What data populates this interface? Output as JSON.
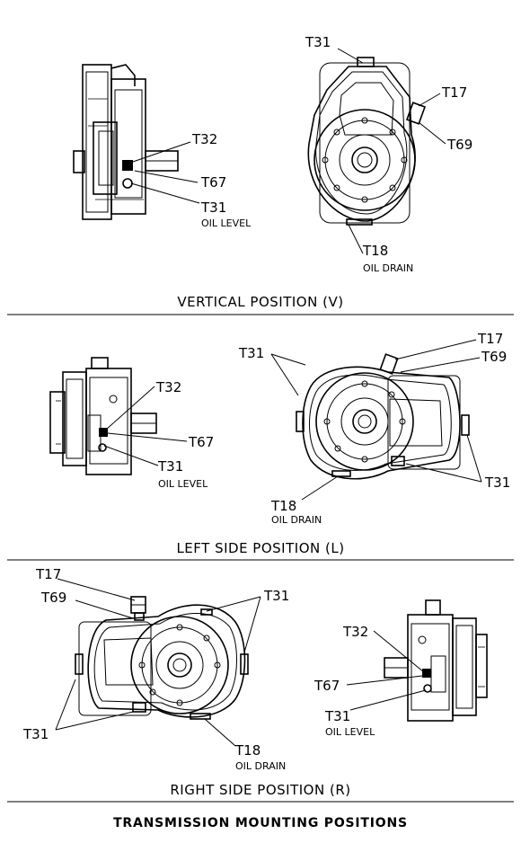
{
  "sections": {
    "vertical": {
      "caption": "VERTICAL POSITION (V)",
      "labels": {
        "t31_top": "T31",
        "t17": "T17",
        "t69": "T69",
        "t32": "T32",
        "t67": "T67",
        "t31_level": "T31",
        "oil_level": "OIL LEVEL",
        "t18": "T18",
        "oil_drain": "OIL DRAIN"
      }
    },
    "left": {
      "caption": "LEFT SIDE POSITION (L)",
      "labels": {
        "t31_top": "T31",
        "t17": "T17",
        "t69": "T69",
        "t32": "T32",
        "t67": "T67",
        "t31_level": "T31",
        "oil_level": "OIL LEVEL",
        "t18": "T18",
        "oil_drain": "OIL DRAIN",
        "t31_right": "T31"
      }
    },
    "right": {
      "caption": "RIGHT SIDE POSITION (R)",
      "labels": {
        "t17": "T17",
        "t69": "T69",
        "t31_top": "T31",
        "t31_left": "T31",
        "t18": "T18",
        "oil_drain": "OIL DRAIN",
        "t32": "T32",
        "t67": "T67",
        "t31_level": "T31",
        "oil_level": "OIL LEVEL"
      }
    }
  },
  "title": "TRANSMISSION MOUNTING POSITIONS"
}
